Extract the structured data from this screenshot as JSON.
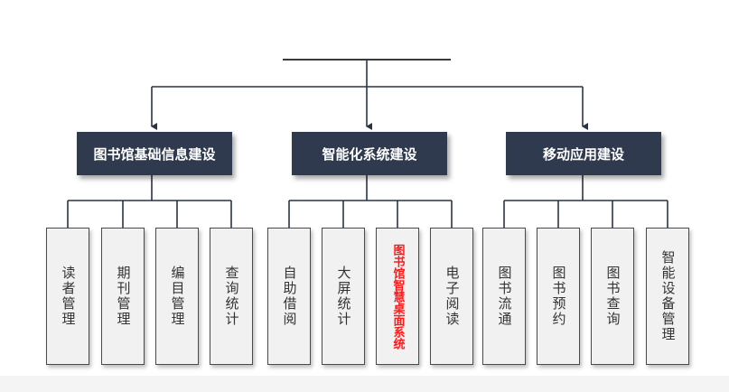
{
  "diagram": {
    "root_title": "",
    "categories": [
      {
        "label": "图书馆基础信息建设",
        "items": [
          "读者管理",
          "期刊管理",
          "编目管理",
          "查询统计"
        ]
      },
      {
        "label": "智能化系统建设",
        "items": [
          "自助借阅",
          "大屏统计",
          "图书馆智慧桌面系统",
          "电子阅读"
        ]
      },
      {
        "label": "移动应用建设",
        "items": [
          "图书流通",
          "图书预约",
          "图书查询",
          "智能设备管理"
        ]
      }
    ],
    "highlighted_item": "图书馆智慧桌面系统",
    "colors": {
      "category_box": "#2f3a4e",
      "category_text": "#ffffff",
      "item_box": "#f1f1f1",
      "item_border": "#4a4a4a",
      "item_text": "#333333",
      "highlight_text": "#ff1a1a",
      "connector": "#2a3344"
    }
  }
}
